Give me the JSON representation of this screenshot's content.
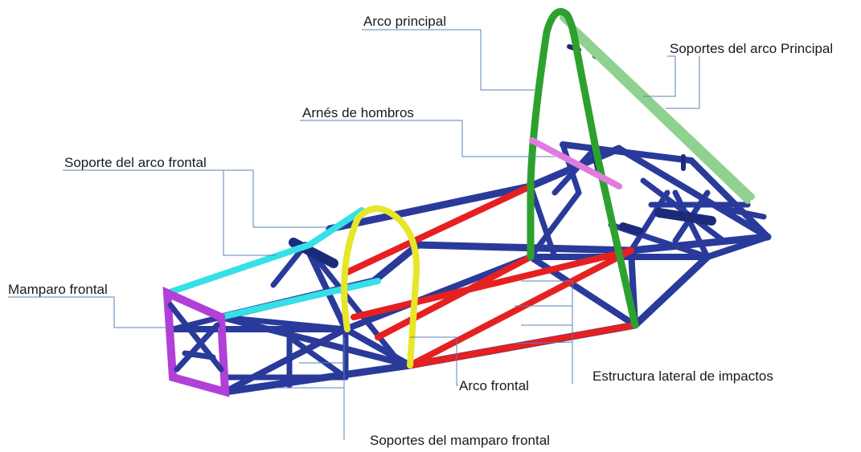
{
  "labels": {
    "main_hoop": "Arco principal",
    "main_hoop_braces": "Soportes del arco Principal",
    "shoulder_harness": "Arnés de hombros",
    "front_hoop_brace": "Soporte del arco frontal",
    "front_bulkhead": "Mamparo frontal",
    "front_hoop": "Arco frontal",
    "side_impact_structure": "Estructura lateral de impactos",
    "front_bulkhead_supports": "Soportes del mamparo frontal"
  },
  "colors": {
    "frame": "#2a3a9a",
    "frame_dark": "#1c2a7a",
    "main_hoop": "#2ea02e",
    "main_hoop_braces": "#8fd18f",
    "shoulder_harness": "#e07ce0",
    "front_hoop_brace": "#35e0e8",
    "front_bulkhead": "#b040d8",
    "front_hoop": "#e6e62a",
    "side_impact": "#e62020",
    "leader": "#5b80b8"
  }
}
